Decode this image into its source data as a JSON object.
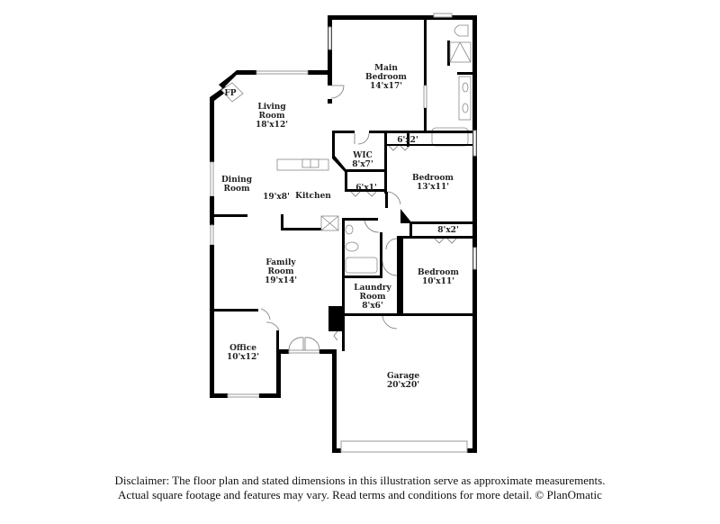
{
  "floorplan": {
    "rooms": [
      {
        "name": "Main Bedroom",
        "line1": "Main",
        "line2": "Bedroom",
        "dim": "14'x17'"
      },
      {
        "name": "Living Room",
        "line1": "Living",
        "line2": "Room",
        "dim": "18'x12'"
      },
      {
        "name": "Fireplace",
        "label": "FP"
      },
      {
        "name": "WIC",
        "line1": "WIC",
        "dim": "8'x7'"
      },
      {
        "name": "Closet 1",
        "dim": "6'x2'"
      },
      {
        "name": "Dining Room",
        "line1": "Dining",
        "line2": "Room"
      },
      {
        "name": "Kitchen",
        "line1": "Kitchen",
        "dim": "19'x8'"
      },
      {
        "name": "Closet 2",
        "dim": "6'x1'"
      },
      {
        "name": "Bedroom 2",
        "line1": "Bedroom",
        "dim": "13'x11'"
      },
      {
        "name": "Closet 3",
        "dim": "8'x2'"
      },
      {
        "name": "Family Room",
        "line1": "Family",
        "line2": "Room",
        "dim": "19'x14'"
      },
      {
        "name": "Bedroom 3",
        "line1": "Bedroom",
        "dim": "10'x11'"
      },
      {
        "name": "Laundry Room",
        "line1": "Laundry",
        "line2": "Room",
        "dim": "8'x6'"
      },
      {
        "name": "Office",
        "line1": "Office",
        "dim": "10'x12'"
      },
      {
        "name": "Garage",
        "line1": "Garage",
        "dim": "20'x20'"
      }
    ]
  },
  "disclaimer": {
    "line1": "Disclaimer: The floor plan and stated dimensions in this illustration serve as approximate measurements.",
    "line2": "Actual square footage and features may vary. Read terms and conditions for more detail. © PlanOmatic"
  }
}
